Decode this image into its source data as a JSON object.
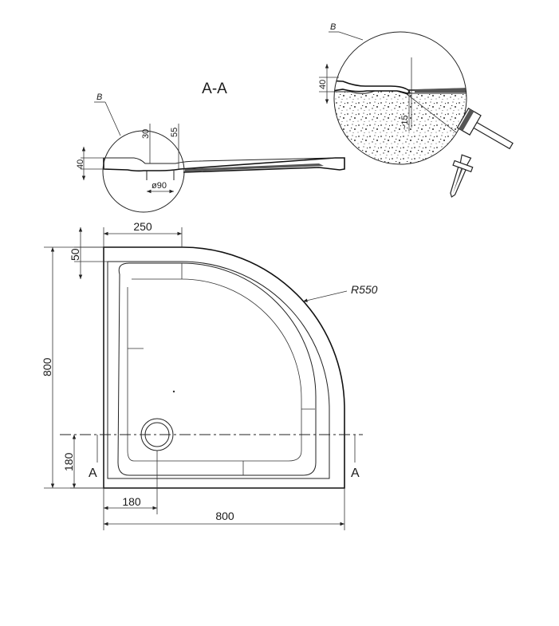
{
  "section_title": "A-A",
  "detail_label": "B",
  "section_mark": "A",
  "detail_small": {
    "dim_height": "40",
    "dim_30": "30",
    "dim_55": "55",
    "dim_drain": "ø90"
  },
  "detail_large": {
    "dim_height": "40",
    "dim_depth": "~15"
  },
  "plan": {
    "dim_width": "800",
    "dim_depth": "800",
    "dim_flat": "250",
    "dim_rim": "50",
    "dim_drain_x": "180",
    "dim_drain_y": "180",
    "radius_label": "R550"
  }
}
